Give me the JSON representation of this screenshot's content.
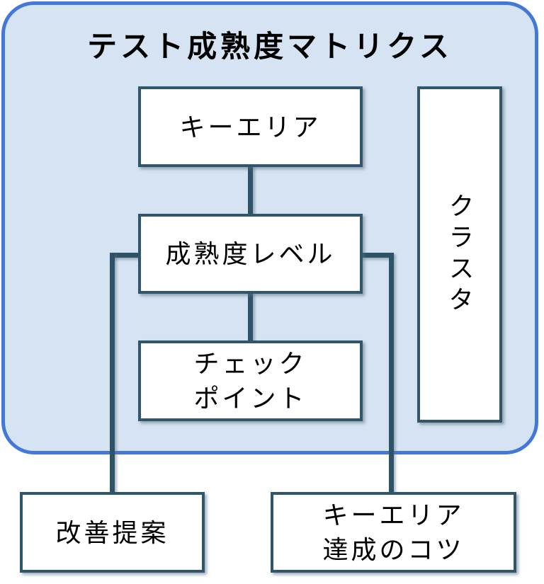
{
  "diagram": {
    "title": "テスト成熟度マトリクス",
    "nodes": {
      "key_area": {
        "label": "キーエリア"
      },
      "maturity_level": {
        "label": "成熟度レベル"
      },
      "checkpoint": {
        "line1": "チェック",
        "line2": "ポイント"
      },
      "cluster": {
        "label": "クラスタ"
      },
      "improvement": {
        "label": "改善提案"
      },
      "tips": {
        "line1": "キーエリア",
        "line2": "達成のコツ"
      }
    },
    "connections": [
      {
        "from": "key_area",
        "to": "maturity_level"
      },
      {
        "from": "maturity_level",
        "to": "checkpoint"
      },
      {
        "from": "maturity_level",
        "to": "improvement"
      },
      {
        "from": "maturity_level",
        "to": "tips"
      }
    ],
    "colors": {
      "container_fill": "#d5e3f2",
      "container_border": "#4478d8",
      "node_fill": "#ffffff",
      "node_border": "#30566c",
      "connector": "#2e5266",
      "text": "#000000"
    }
  }
}
